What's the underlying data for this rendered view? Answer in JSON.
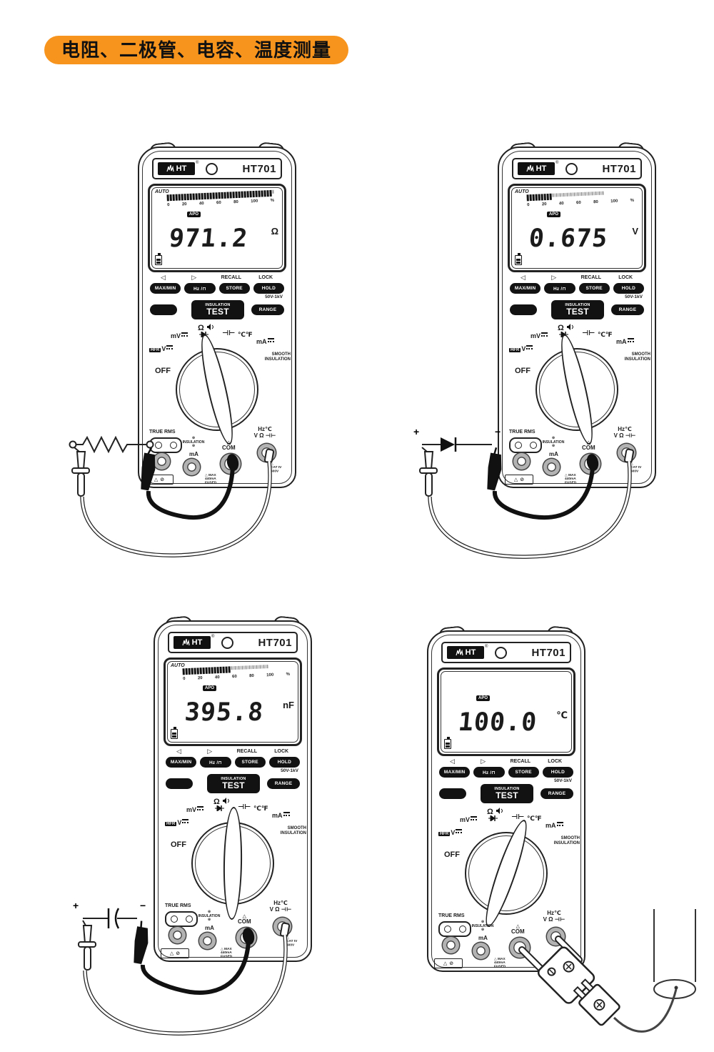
{
  "banner": {
    "title": "电阻、二极管、电容、温度测量"
  },
  "meter_shared": {
    "brand": "HT",
    "registered": "®",
    "model": "HT701",
    "display": {
      "auto": "AUTO",
      "apo": "APO",
      "scale_ticks": [
        "0",
        "20",
        "40",
        "60",
        "80",
        "100"
      ],
      "percent_sign": "%"
    },
    "buttons": {
      "nav_left": "◁",
      "nav_right": "▷",
      "recall_label": "RECALL",
      "lock_label": "LOCK",
      "max_min": "MAX/MIN",
      "hz_duty": "Hz /⊓",
      "store": "STORE",
      "hold": "HOLD",
      "range_hint": "50V-1kV",
      "insulation_line": "INSULATION",
      "test_line": "TEST",
      "range": "RANGE"
    },
    "dial": {
      "hfr_badge": "HFR",
      "v_position": "V",
      "mv_position": "mV",
      "ohm_position": "Ω",
      "capacitance_position": "⊣⊢",
      "temperature_position": "℃℉",
      "ma_position": "mA",
      "smooth_line1": "SMOOTH",
      "smooth_line2": "INSULATION",
      "off_position": "OFF"
    },
    "terminals": {
      "true_rms": "TRUE RMS",
      "insulation_jack": "INSULATION",
      "ma_jack": "mA",
      "com_jack": "COM",
      "warning_triangle": "△",
      "right_jack_line1": "Hz℃",
      "right_jack_line2": "V Ω ⊣⊢",
      "fuse_note": [
        "MAX",
        "440mA",
        "FUSED"
      ],
      "cat_note": [
        "CAT IV",
        "600V"
      ]
    }
  },
  "meters": [
    {
      "name": "resistance-measurement",
      "reading": "971.2",
      "unit": "Ω",
      "bargraph_percent": 97,
      "auto": true,
      "dial_angle_deg": -13,
      "connection": "resistor"
    },
    {
      "name": "diode-measurement",
      "reading": "0.675",
      "unit": "V",
      "bargraph_percent": 23,
      "auto": true,
      "dial_angle_deg": -13,
      "connection": "diode",
      "polarity_plus": "+",
      "polarity_minus": "−"
    },
    {
      "name": "capacitance-measurement",
      "reading": "395.8",
      "unit": "nF",
      "bargraph_percent": 45,
      "auto": true,
      "dial_angle_deg": 1,
      "connection": "capacitor",
      "polarity_plus": "+",
      "polarity_minus": "−"
    },
    {
      "name": "temperature-measurement",
      "reading": "100.0",
      "unit": "℃",
      "bargraph_percent": null,
      "auto": false,
      "dial_angle_deg": 19,
      "connection": "thermocouple"
    }
  ]
}
